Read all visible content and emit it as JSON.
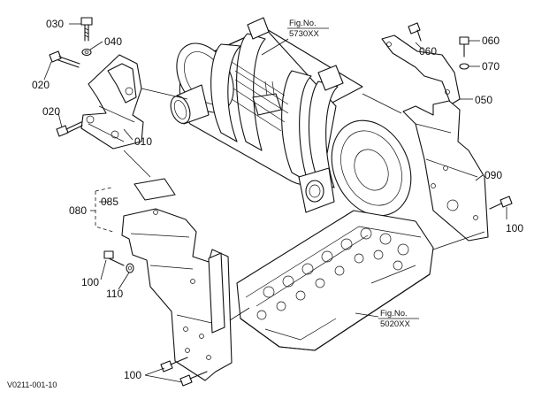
{
  "callouts": {
    "c030": "030",
    "c040": "040",
    "c020a": "020",
    "c020b": "020",
    "c010": "010",
    "c085": "085",
    "c080": "080",
    "c100a": "100",
    "c110": "110",
    "c100b": "100",
    "c060a": "060",
    "c060b": "060",
    "c070": "070",
    "c050": "050",
    "c090": "090",
    "c100c": "100"
  },
  "fig_refs": {
    "dpf": {
      "line1": "Fig.No.",
      "line2": "5730XX"
    },
    "head": {
      "line1": "Fig.No.",
      "line2": "5020XX"
    }
  },
  "drawing_code": "V0211-001-10"
}
